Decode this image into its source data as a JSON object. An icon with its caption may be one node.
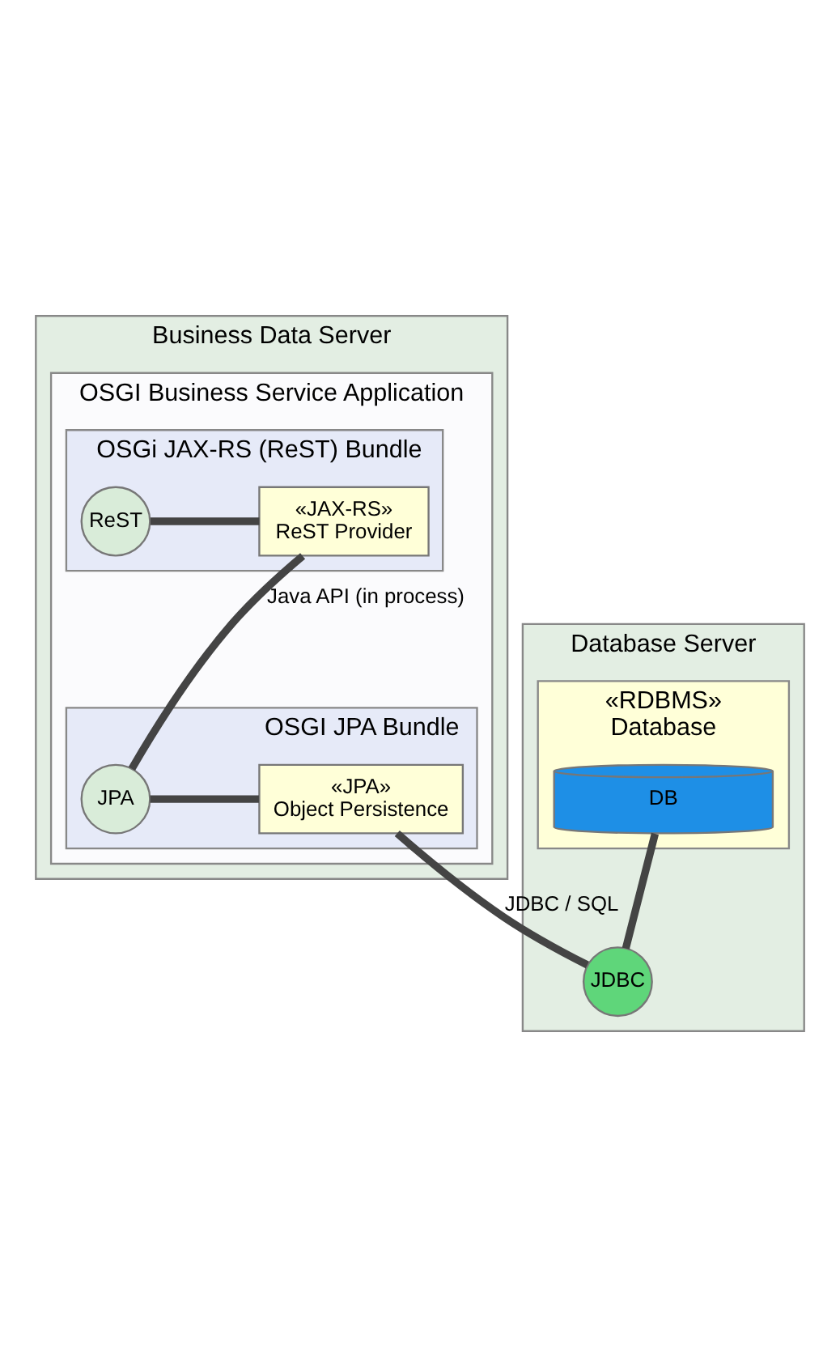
{
  "diagram": {
    "nodes": [
      {
        "text": [
          "Business Data Server"
        ]
      },
      {
        "text": [
          "OSGI Business Service Application"
        ],
        "in": 0
      },
      {
        "text": [
          "OSGi JAX-RS (ReST) Bundle"
        ],
        "in": 1
      },
      {
        "text": [
          "ReST"
        ],
        "in": 2
      },
      {
        "text": [
          "«JAX-RS»",
          "ReST Provider"
        ],
        "in": 2
      },
      {
        "text": [
          "OSGI JPA Bundle"
        ],
        "in": 1
      },
      {
        "text": [
          "JPA"
        ],
        "in": 5
      },
      {
        "text": [
          "«JPA»",
          "Object Persistence"
        ],
        "in": 5
      },
      {
        "text": [
          "Database Server"
        ]
      },
      {
        "text": [
          "JDBC"
        ],
        "in": 8
      },
      {
        "text": [
          "«RDBMS»",
          "Database"
        ],
        "in": 8
      },
      {
        "text": [
          "DB"
        ],
        "in": 10
      }
    ],
    "edges": [
      {
        "from": 3,
        "to": 4,
        "arrow": "none"
      },
      {
        "from": 4,
        "to": 6,
        "arrow": "none",
        "label": "Java API (in process)"
      },
      {
        "from": 6,
        "to": 7,
        "arrow": "none"
      },
      {
        "from": 7,
        "to": 9,
        "arrow": "none",
        "label": "JDBC / SQL"
      },
      {
        "from": 11,
        "to": 9,
        "arrow": "none"
      }
    ]
  }
}
